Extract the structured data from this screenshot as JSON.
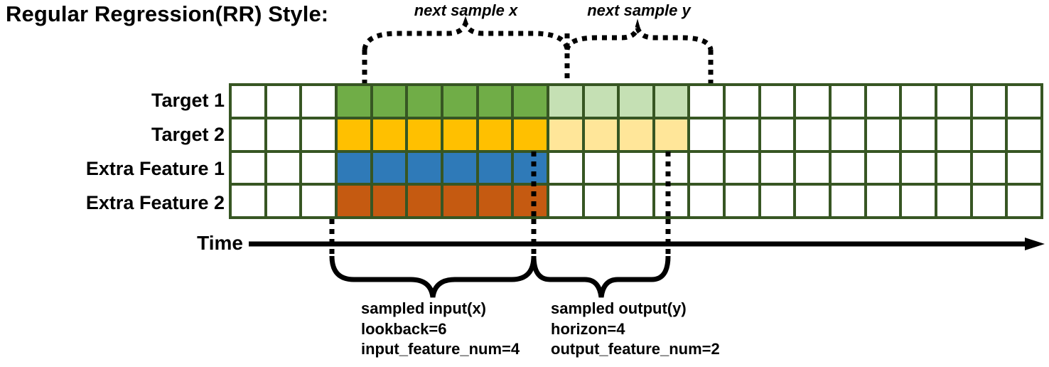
{
  "title": "Regular Regression(RR) Style:",
  "rows": [
    {
      "label": "Target 1",
      "color_name": "green",
      "fill": "#70ad47",
      "fill_light": "#c5e0b4"
    },
    {
      "label": "Target 2",
      "color_name": "yellow",
      "fill": "#ffc000",
      "fill_light": "#ffe699"
    },
    {
      "label": "Extra Feature 1",
      "color_name": "blue",
      "fill": "#2f7ab8",
      "fill_light": ""
    },
    {
      "label": "Extra Feature 2",
      "color_name": "orange",
      "fill": "#c55a11",
      "fill_light": ""
    }
  ],
  "grid": {
    "total_columns": 23,
    "leading_blank_columns": 3,
    "input_start_column": 4,
    "lookback": 6,
    "horizon": 4,
    "trailing_blank_columns": 10,
    "border_color": "#375623"
  },
  "top_annotations": {
    "next_sample_x": "next sample x",
    "next_sample_y": "next sample y"
  },
  "axis": {
    "time_label": "Time"
  },
  "bottom_annotations": {
    "input": {
      "line1": "sampled input(x)",
      "line2": "lookback=6",
      "line3": "input_feature_num=4"
    },
    "output": {
      "line1": "sampled output(y)",
      "line2": "horizon=4",
      "line3": "output_feature_num=2"
    }
  }
}
